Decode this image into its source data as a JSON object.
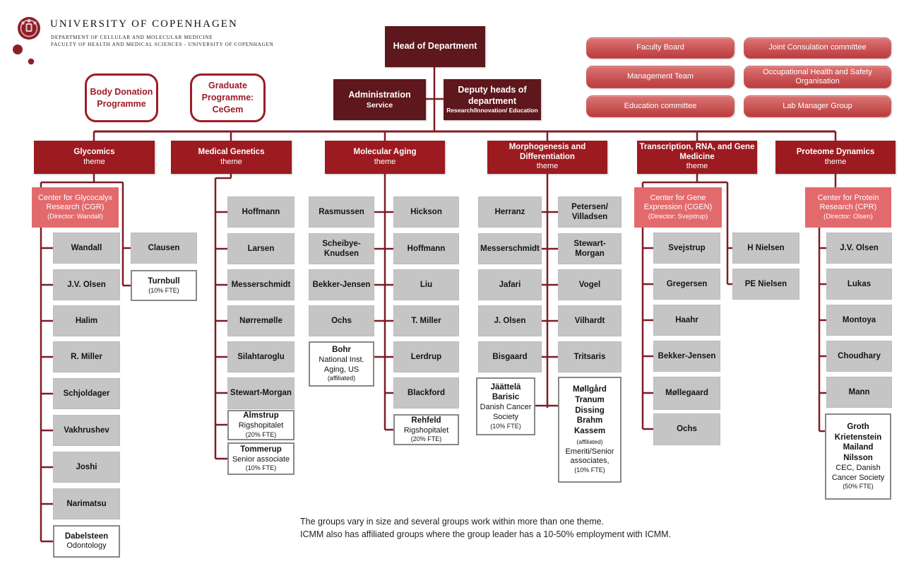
{
  "header": {
    "university": "UNIVERSITY OF COPENHAGEN",
    "dept1": "DEPARTMENT OF CELLULAR AND MOLECULAR MEDICINE",
    "dept2": "FACULTY OF HEALTH AND MEDICAL SCIENCES - UNIVERSITY OF COPENHAGEN"
  },
  "programmes": [
    {
      "label": "Body Donation Programme"
    },
    {
      "label": "Graduate Programme: CeGem"
    }
  ],
  "top": {
    "head": "Head of Department",
    "admin_title": "Administration",
    "admin_sub": "Service",
    "deputy_title": "Deputy heads of department",
    "deputy_sub": "Research/Innovation/ Education"
  },
  "committees": [
    {
      "label": "Faculty Board"
    },
    {
      "label": "Joint Consulation committee"
    },
    {
      "label": "Management Team"
    },
    {
      "label": "Occupational Health and Safety Organisation"
    },
    {
      "label": "Education committee"
    },
    {
      "label": "Lab Manager Group"
    }
  ],
  "themes": [
    {
      "title": "Glycomics",
      "tag": "theme",
      "center": {
        "title": "Center for Glycocalyx Research (CGR)",
        "director": "(Director: Wandall)"
      },
      "main": [
        {
          "name": "Wandall"
        },
        {
          "name": "J.V. Olsen"
        },
        {
          "name": "Halim"
        },
        {
          "name": "R. Miller"
        },
        {
          "name": "Schjoldager"
        },
        {
          "name": "Vakhrushev"
        },
        {
          "name": "Joshi"
        },
        {
          "name": "Narimatsu"
        },
        {
          "bold": [
            "Dabelsteen"
          ],
          "plain": [
            "Odontology"
          ]
        }
      ],
      "side": [
        {
          "name": "Clausen"
        },
        {
          "bold": [
            "Turnbull"
          ],
          "fte": "(10% FTE)"
        }
      ]
    },
    {
      "title": "Medical Genetics",
      "tag": "theme",
      "main": [
        {
          "name": "Hoffmann"
        },
        {
          "name": "Larsen"
        },
        {
          "name": "Messerschmidt"
        },
        {
          "name": "Nørremølle"
        },
        {
          "name": "Silahtaroglu"
        },
        {
          "name": "Stewart-Morgan"
        },
        {
          "bold": [
            "Almstrup"
          ],
          "plain": [
            "Rigshopitalet"
          ],
          "fte": "(20% FTE)"
        },
        {
          "bold": [
            "Tommerup"
          ],
          "plain": [
            "Senior associate"
          ],
          "fte": "(10% FTE)"
        }
      ]
    },
    {
      "title": "Molecular Aging",
      "tag": "theme",
      "left": [
        {
          "name": "Rasmussen"
        },
        {
          "name": "Scheibye-Knudsen"
        },
        {
          "name": "Bekker-Jensen"
        },
        {
          "name": "Ochs"
        },
        {
          "bold": [
            "Bohr"
          ],
          "plain": [
            "National Inst.",
            "Aging, US"
          ],
          "fte": "(affiliated)"
        }
      ],
      "right": [
        {
          "name": "Hickson"
        },
        {
          "name": "Hoffmann"
        },
        {
          "name": "Liu"
        },
        {
          "name": "T. Miller"
        },
        {
          "name": "Lerdrup"
        },
        {
          "name": "Blackford"
        },
        {
          "bold": [
            "Rehfeld"
          ],
          "plain": [
            "Rigshopitalet"
          ],
          "fte": "(20% FTE)"
        }
      ]
    },
    {
      "title": "Morphogenesis and Differentiation",
      "tag": "theme",
      "left": [
        {
          "name": "Herranz"
        },
        {
          "name": "Messerschmidt"
        },
        {
          "name": "Jafari"
        },
        {
          "name": "J. Olsen"
        },
        {
          "name": "Bisgaard"
        },
        {
          "bold": [
            "Jäättelä",
            "Barisic"
          ],
          "plain": [
            "Danish Cancer",
            "Society"
          ],
          "fte": "(10% FTE)"
        }
      ],
      "right": [
        {
          "name": "Petersen/ Villadsen"
        },
        {
          "name": "Stewart-Morgan"
        },
        {
          "name": "Vogel"
        },
        {
          "name": "Vilhardt"
        },
        {
          "name": "Tritsaris"
        },
        {
          "bold": [
            "Møllgård",
            "Tranum",
            "Dissing",
            "Brahm",
            "Kassem"
          ],
          "note": "(affiliated)",
          "plain": [
            "Emeriti/Senior",
            "associates,"
          ],
          "fte": "(10% FTE)"
        }
      ]
    },
    {
      "title": "Transcription, RNA, and Gene Medicine",
      "tag": "theme",
      "center": {
        "title": "Center for Gene Expression (CGEN)",
        "director": "(Director: Svejstrup)"
      },
      "left": [
        {
          "name": "Svejstrup"
        },
        {
          "name": "Gregersen"
        },
        {
          "name": "Haahr"
        },
        {
          "name": "Bekker-Jensen"
        },
        {
          "name": "Møllegaard"
        },
        {
          "name": "Ochs"
        }
      ],
      "right": [
        {
          "name": "H Nielsen"
        },
        {
          "name": "PE Nielsen"
        }
      ]
    },
    {
      "title": "Proteome Dynamics",
      "tag": "theme",
      "center": {
        "title": "Center for Protein Research (CPR)",
        "director": "(Director: Olsen)"
      },
      "main": [
        {
          "name": "J.V. Olsen"
        },
        {
          "name": "Lukas"
        },
        {
          "name": "Montoya"
        },
        {
          "name": "Choudhary"
        },
        {
          "name": "Mann"
        },
        {
          "bold": [
            "Groth",
            "Krietenstein",
            "Mailand",
            "Nilsson"
          ],
          "plain": [
            "CEC, Danish",
            "Cancer Society"
          ],
          "fte": "(50% FTE)"
        }
      ]
    }
  ],
  "footer": {
    "line1": "The groups vary in size and several groups work within more than one theme.",
    "line2": "ICMM also has affiliated groups where the group leader has a 10-50% employment with ICMM."
  },
  "colors": {
    "maroon_dark": "#5e171c",
    "theme_red": "#9c1b20",
    "center_pink": "#e36a6c",
    "committee_red": "#c4494b",
    "gray_box": "#c5c5c5",
    "connector": "#7f1c24",
    "logo_red": "#8e1f29"
  }
}
